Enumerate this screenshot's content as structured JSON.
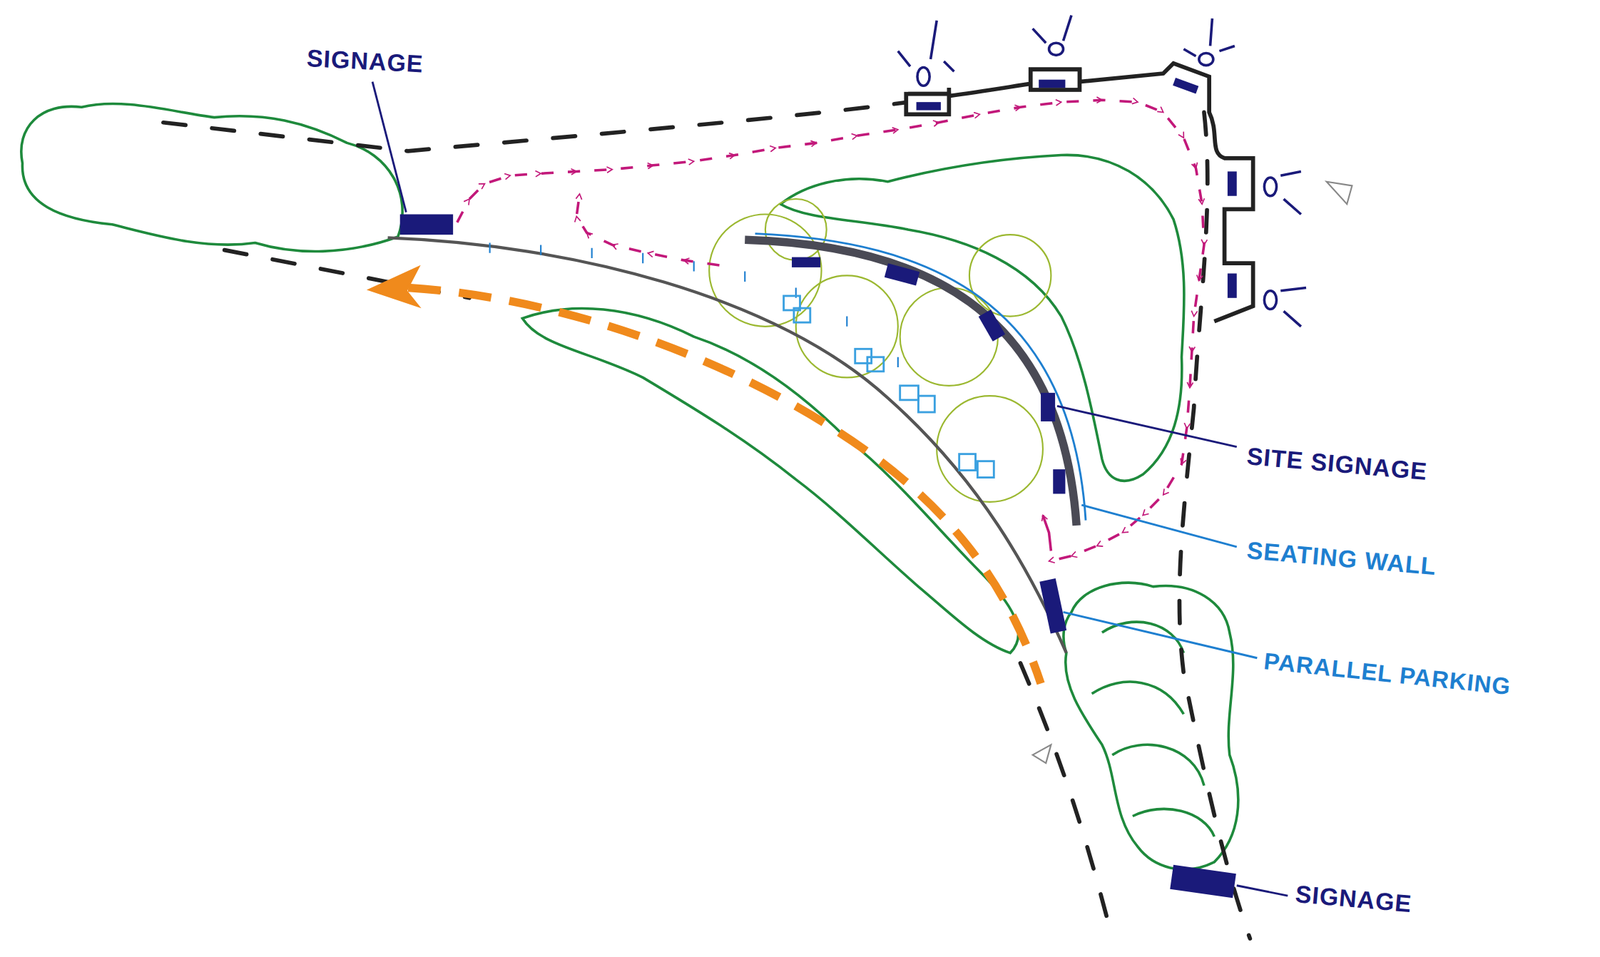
{
  "diagram": {
    "labels": [
      "SIGNAGE",
      "SITE SIGNAGE",
      "SEATING WALL",
      "PARALLEL PARKING",
      "SIGNAGE"
    ]
  }
}
